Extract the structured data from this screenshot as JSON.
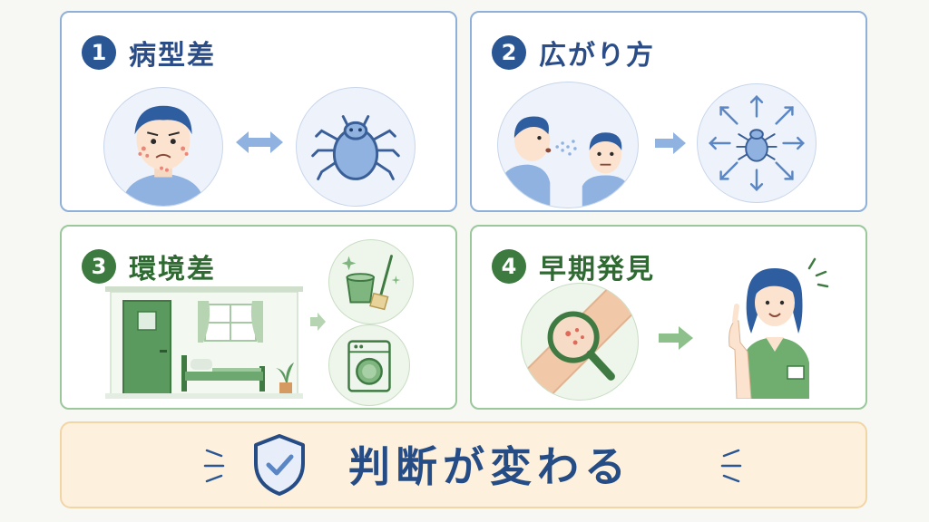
{
  "panels": [
    {
      "number": "1",
      "title": "病型差",
      "theme": "blue"
    },
    {
      "number": "2",
      "title": "広がり方",
      "theme": "blue"
    },
    {
      "number": "3",
      "title": "環境差",
      "theme": "green"
    },
    {
      "number": "4",
      "title": "早期発見",
      "theme": "green"
    }
  ],
  "banner": {
    "text": "判断が変わる"
  },
  "colors": {
    "blue_accent": "#2a5694",
    "green_accent": "#3c7a3f",
    "banner_bg": "#fdf0dc",
    "banner_text": "#264c85"
  },
  "icons": {
    "panel1": [
      "worried-person-icon",
      "double-arrow-icon",
      "mite-icon"
    ],
    "panel2": [
      "coughing-person-icon",
      "person-icon",
      "right-arrow-icon",
      "spreading-mite-icon"
    ],
    "panel3": [
      "room-icon",
      "right-arrow-icon",
      "cleaning-bucket-icon",
      "washing-machine-icon"
    ],
    "panel4": [
      "magnifier-skin-icon",
      "right-arrow-icon",
      "nurse-icon"
    ],
    "banner": [
      "shield-check-icon"
    ]
  }
}
